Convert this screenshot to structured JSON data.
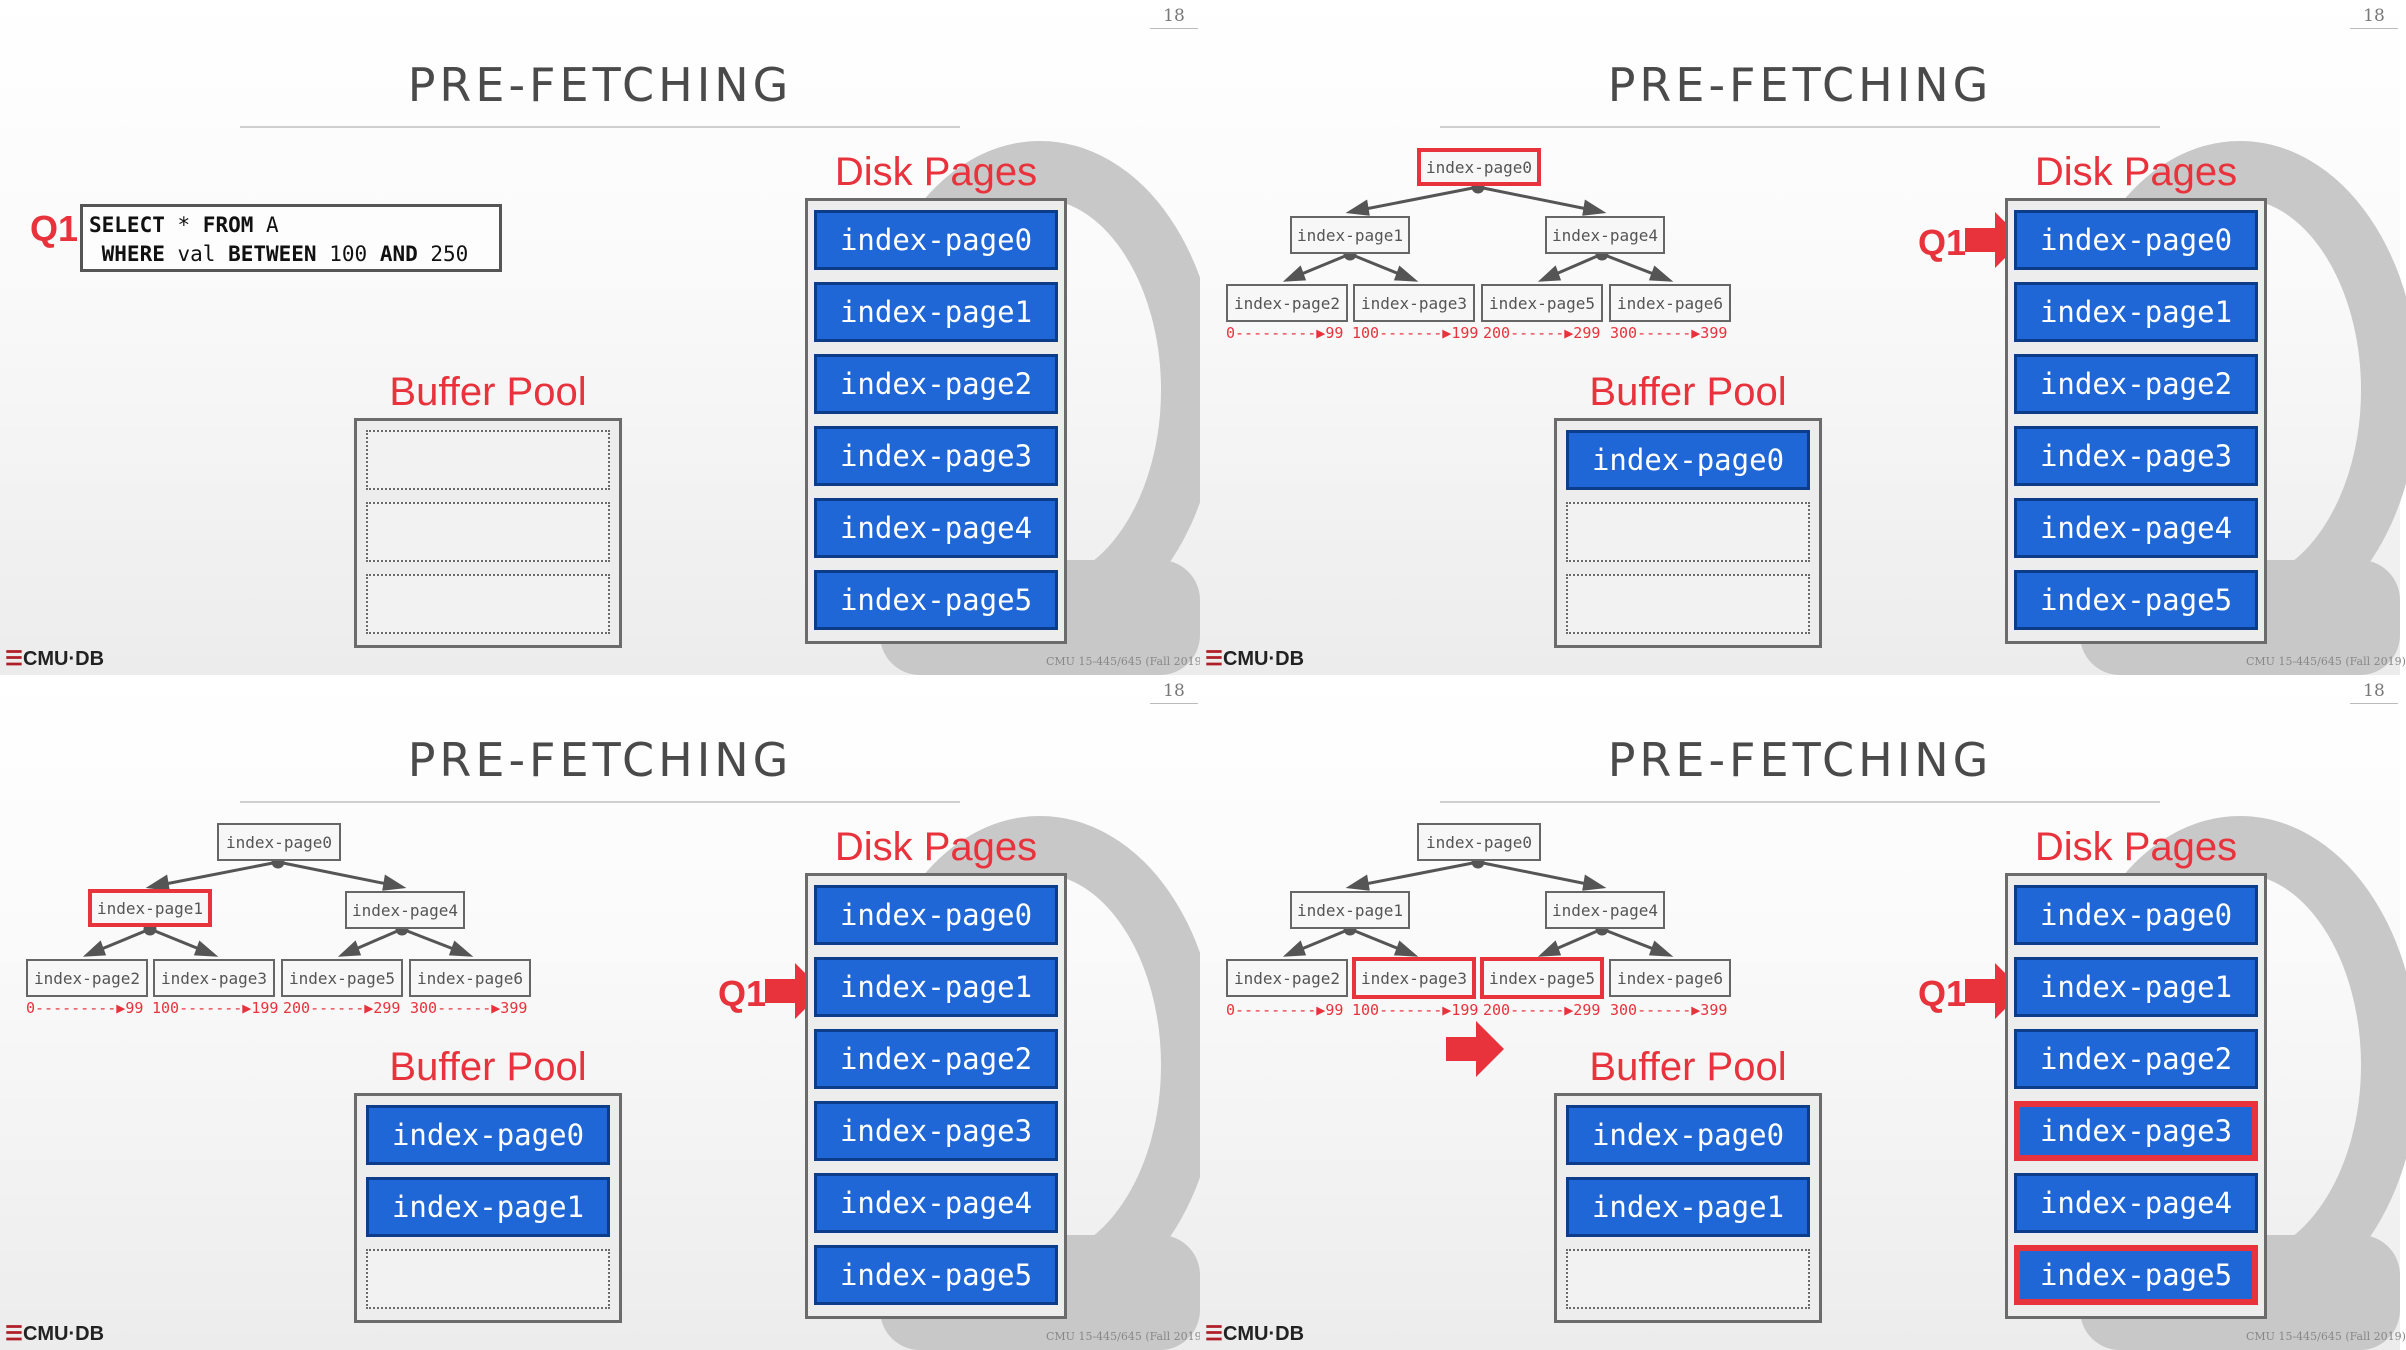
{
  "slide_number": "18",
  "title": "PRE-FETCHING",
  "disk_label": "Disk Pages",
  "pool_label": "Buffer Pool",
  "query_label": "Q1",
  "sql": {
    "line1_kw": "SELECT",
    "line1_rest": " * ",
    "line1_kw2": "FROM",
    "line1_table": " A",
    "line2_kw": " WHERE",
    "line2_col": " val ",
    "line2_kw2": "BETWEEN",
    "line2_lo": " 100 ",
    "line2_kw3": "AND",
    "line2_hi": " 250"
  },
  "disk_pages": [
    "index-page0",
    "index-page1",
    "index-page2",
    "index-page3",
    "index-page4",
    "index-page5"
  ],
  "tree": {
    "root": "index-page0",
    "inner": [
      "index-page1",
      "index-page4"
    ],
    "leaves": [
      "index-page2",
      "index-page3",
      "index-page5",
      "index-page6"
    ],
    "ranges": [
      "0---------▶99",
      "100-------▶199",
      "200------▶299",
      "300------▶399"
    ]
  },
  "footer": {
    "logo": "CMU·DB",
    "course": "CMU 15-445/645 (Fall 2019)"
  },
  "slides": [
    {
      "buffer_pool": [
        "",
        "",
        ""
      ],
      "q1_at_disk_index": null
    },
    {
      "buffer_pool": [
        "index-page0",
        "",
        ""
      ],
      "q1_at_disk_index": 0
    },
    {
      "buffer_pool": [
        "index-page0",
        "index-page1",
        ""
      ],
      "q1_at_disk_index": 1
    },
    {
      "buffer_pool": [
        "index-page0",
        "index-page1",
        ""
      ],
      "q1_at_disk_index": 1
    }
  ],
  "colors": {
    "accent_red": "#e8323c",
    "page_blue": "#1f66d6",
    "page_border": "#0d3c8a"
  }
}
